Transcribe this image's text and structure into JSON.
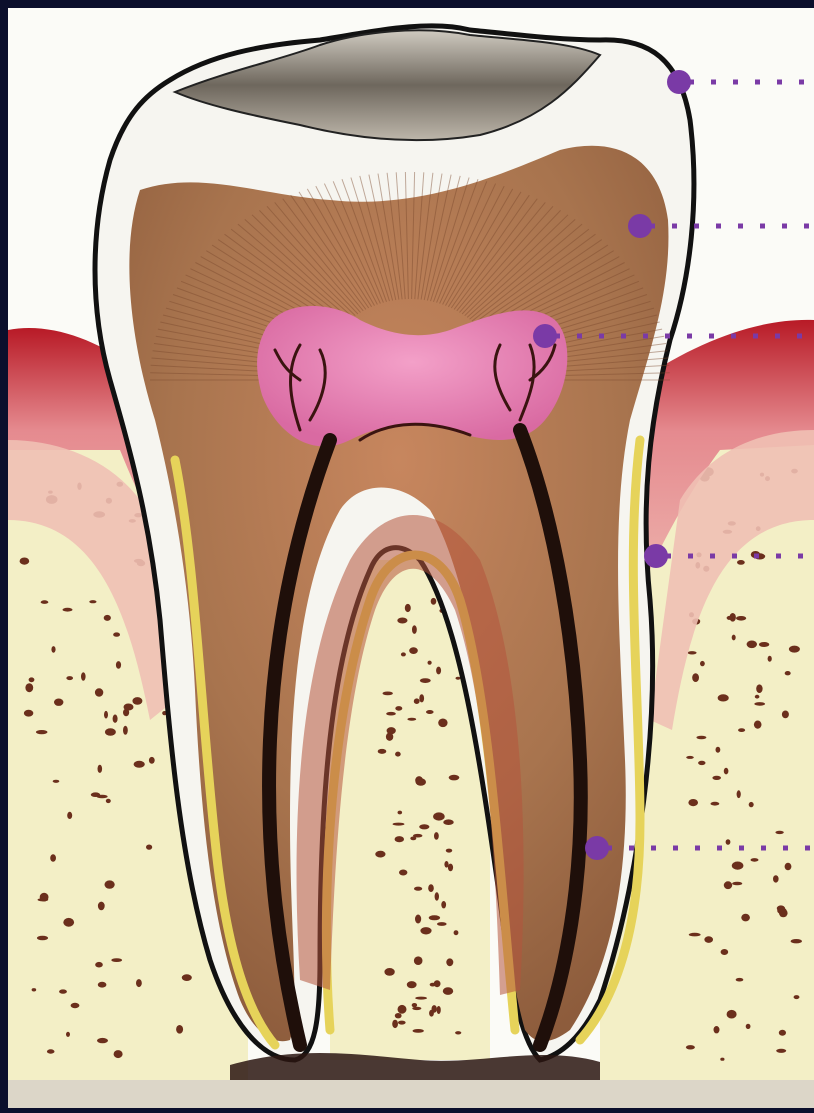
{
  "diagram": {
    "colors": {
      "frame": "#0b0f2c",
      "background": "#fbfbf7",
      "enamel": "#f6f5f0",
      "occlusal_surface": "#8a8478",
      "dentin": "#a8744e",
      "dentin_light": "#c79872",
      "pulp": "#e27ab0",
      "root_canal": "#6b3a2a",
      "cementum": "#e6d35a",
      "gum": "#c8222e",
      "gum_light": "#e79a9a",
      "bone": "#f3efc6",
      "bone_dots": "#6b2f1c",
      "outline": "#111111",
      "marker": "#7a3aa6"
    },
    "callouts": [
      {
        "id": "enamel"
      },
      {
        "id": "dentin"
      },
      {
        "id": "pulp"
      },
      {
        "id": "cementum"
      },
      {
        "id": "root-canal"
      }
    ]
  }
}
